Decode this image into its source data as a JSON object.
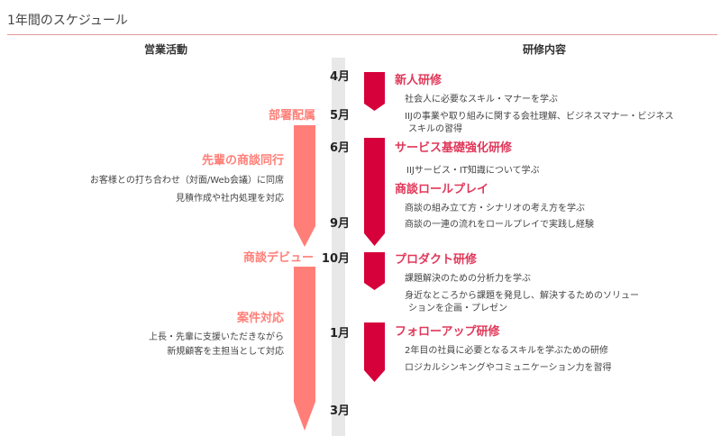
{
  "title": "1年間のスケジュール",
  "columns": {
    "left": "営業活動",
    "right": "研修内容"
  },
  "months": [
    "4月",
    "5月",
    "6月",
    "9月",
    "10月",
    "1月",
    "3月"
  ],
  "sales": [
    {
      "title": "部署配属"
    },
    {
      "title": "先輩の商談同行",
      "lines": [
        "お客様との打ち合わせ（対面/Web会議）に同席",
        "見積作成や社内処理を対応"
      ]
    },
    {
      "title": "商談デビュー"
    },
    {
      "title": "案件対応",
      "lines": [
        "上長・先輩に支援いただきながら",
        "新規顧客を主担当として対応"
      ]
    }
  ],
  "training": [
    {
      "title": "新人研修",
      "lines": [
        "社会人に必要なスキル・マナーを学ぶ",
        "IIJの事業や取り組みに関する会社理解、ビジネスマナー・ビジネス",
        "スキルの習得"
      ]
    },
    {
      "title": "サービス基礎強化研修",
      "lines": [
        "IIJサービス・IT知識について学ぶ"
      ]
    },
    {
      "title": "商談ロールプレイ",
      "lines": [
        "商談の組み立て方・シナリオの考え方を学ぶ",
        "商談の一連の流れをロールプレイで実践し経験"
      ]
    },
    {
      "title": "プロダクト研修",
      "lines": [
        "課題解決のための分析力を学ぶ",
        "身近なところから課題を発見し、解決するためのソリュー",
        "ションを企画・プレゼン"
      ]
    },
    {
      "title": "フォローアップ研修",
      "lines": [
        "2年目の社員に必要となるスキルを学ぶための研修",
        "ロジカルシンキングやコミュニケーション力を習得"
      ]
    }
  ],
  "colors": {
    "sales_arrow": "#ff7f78",
    "training_arrow": "#d6003a",
    "rule": "#e59a9a",
    "track": "#e8e8e8"
  }
}
